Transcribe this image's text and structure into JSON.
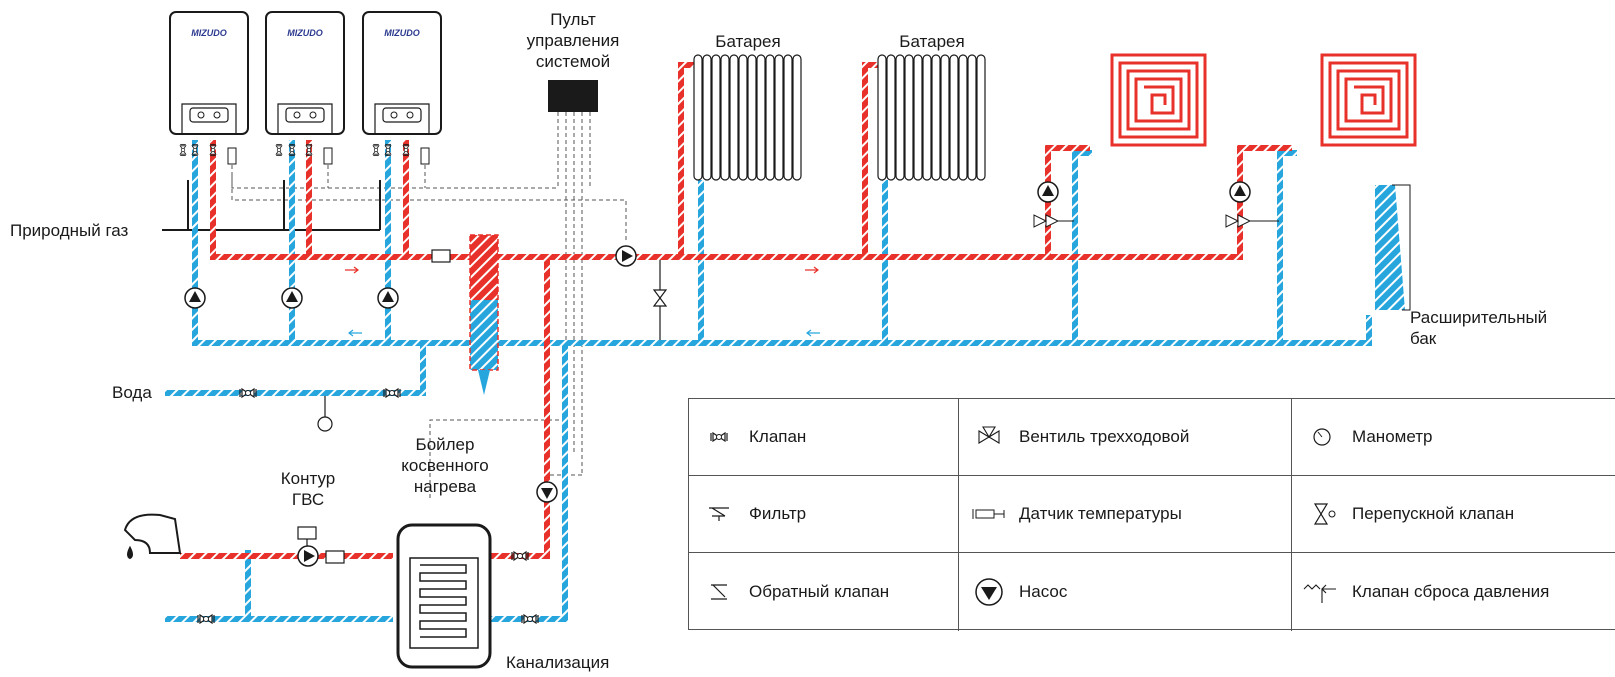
{
  "colors": {
    "hot": "#e8312a",
    "cold": "#27a6dd",
    "line": "#1a1a1a",
    "brand": "#2b3a8f"
  },
  "boilers": {
    "brand": "MIZUDO"
  },
  "labels": {
    "control_panel": [
      "Пульт",
      "управления",
      "системой"
    ],
    "radiator_1": "Батарея",
    "radiator_2": "Батарея",
    "natural_gas": "Природный газ",
    "water": "Вода",
    "expansion_tank": [
      "Расширительный",
      "бак"
    ],
    "dhw_circuit": [
      "Контур",
      "ГВС"
    ],
    "indirect_boiler": [
      "Бойлер",
      "косвенного",
      "нагрева"
    ],
    "sewer": "Канализация"
  },
  "legend": {
    "valve": "Клапан",
    "three_way_valve": "Вентиль трехходовой",
    "pressure_gauge": "Манометр",
    "filter": "Фильтр",
    "temperature_sensor": "Датчик температуры",
    "bypass_valve": "Перепускной клапан",
    "check_valve": "Обратный клапан",
    "pump": "Насос",
    "pressure_relief_valve": "Клапан сброса давления"
  }
}
